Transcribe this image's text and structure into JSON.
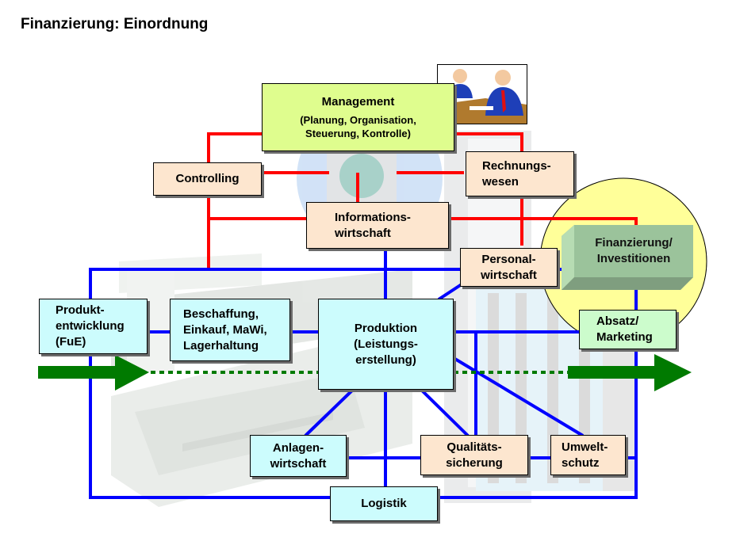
{
  "title": "Finanzierung: Einordnung",
  "boxes": {
    "management": {
      "title": "Management",
      "subtitle_line1": "(Planung, Organisation,",
      "subtitle_line2": "Steuerung, Kontrolle)"
    },
    "controlling": {
      "line1": "Controlling"
    },
    "rechnungswesen": {
      "line1": "Rechnungs-",
      "line2": "wesen"
    },
    "informationswirtschaft": {
      "line1": "Informations-",
      "line2": "wirtschaft"
    },
    "finanzierung": {
      "line1": "Finanzierung/",
      "line2": "Investitionen"
    },
    "personalwirtschaft": {
      "line1": "Personal-",
      "line2": "wirtschaft"
    },
    "produktentwicklung": {
      "line1": "Produkt-",
      "line2": "entwicklung",
      "line3": "(FuE)"
    },
    "beschaffung": {
      "line1": "Beschaffung,",
      "line2": "Einkauf, MaWi,",
      "line3": "Lagerhaltung"
    },
    "produktion": {
      "line1": "Produktion",
      "line2": "(Leistungs-",
      "line3": "erstellung)"
    },
    "absatz": {
      "line1": "Absatz/",
      "line2": "Marketing"
    },
    "anlagenwirtschaft": {
      "line1": "Anlagen-",
      "line2": "wirtschaft"
    },
    "qualitaetssicherung": {
      "line1": "Qualitäts-",
      "line2": "sicherung"
    },
    "umweltschutz": {
      "line1": "Umwelt-",
      "line2": "schutz"
    },
    "logistik": {
      "line1": "Logistik"
    }
  },
  "colors": {
    "management_line": "#ff0000",
    "operations_line": "#0000ff",
    "flow_arrow": "#007a00",
    "highlight_circle": "#ffff99",
    "finance_box": "#99c499"
  }
}
